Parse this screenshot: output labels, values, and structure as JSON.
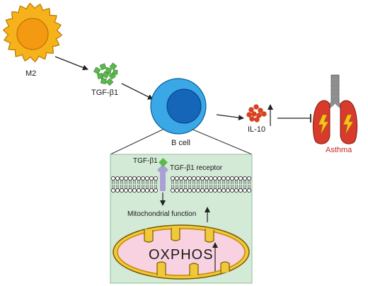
{
  "labels": {
    "m2": "M2",
    "tgf_ligand": "TGF-β1",
    "b_cell": "B cell",
    "il10": "IL-10",
    "asthma": "Asthma",
    "inset_tgf": "TGF-β1",
    "receptor": "TGF-β1 receptor",
    "mito_function": "Mitochondrial function",
    "oxphos": "OXPHOS"
  },
  "colors": {
    "macrophage_outer": "#f6b21a",
    "macrophage_inner": "#f39a12",
    "tgf_green": "#5bb94a",
    "bcell_outer": "#3aa7e6",
    "bcell_inner": "#1565b9",
    "il10_red": "#e2401c",
    "lung_red": "#d83a2c",
    "bolt_yellow": "#f7c21a",
    "inset_bg": "#d3ead7",
    "inset_border": "#8fbf99",
    "mito_outer": "#e8c040",
    "mito_inner": "#f8d2e0",
    "receptor_purple": "#a9a0d4",
    "asthma_text": "#c62828"
  },
  "icons": [
    "m2-macrophage-icon",
    "tgf-beta1-particles-icon",
    "b-cell-icon",
    "il10-particles-icon",
    "lungs-icon",
    "mitochondrion-icon",
    "membrane-bilayer-icon",
    "receptor-icon"
  ]
}
